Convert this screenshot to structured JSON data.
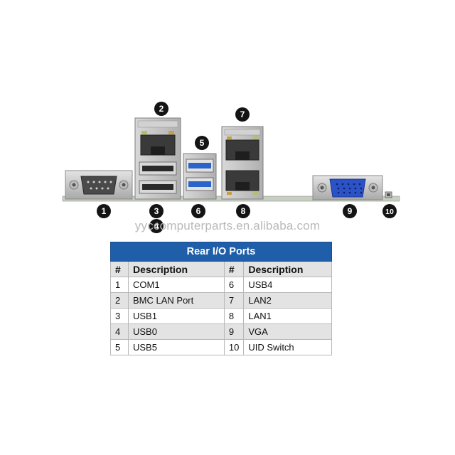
{
  "watermark": "yyccomputerparts.en.alibaba.com",
  "callouts": [
    "1",
    "2",
    "3",
    "4",
    "5",
    "6",
    "7",
    "8",
    "9",
    "10"
  ],
  "table": {
    "title": "Rear I/O Ports",
    "col_num": "#",
    "col_desc": "Description",
    "rows": [
      {
        "n1": "1",
        "d1": "COM1",
        "n2": "6",
        "d2": "USB4"
      },
      {
        "n1": "2",
        "d1": "BMC LAN Port",
        "n2": "7",
        "d2": "LAN2"
      },
      {
        "n1": "3",
        "d1": "USB1",
        "n2": "8",
        "d2": "LAN1"
      },
      {
        "n1": "4",
        "d1": "USB0",
        "n2": "9",
        "d2": "VGA"
      },
      {
        "n1": "5",
        "d1": "USB5",
        "n2": "10",
        "d2": "UID Switch"
      }
    ]
  },
  "colors": {
    "header_blue": "#1f5ea8",
    "usb3_blue": "#2a63c9",
    "vga_blue": "#2c52c8"
  }
}
